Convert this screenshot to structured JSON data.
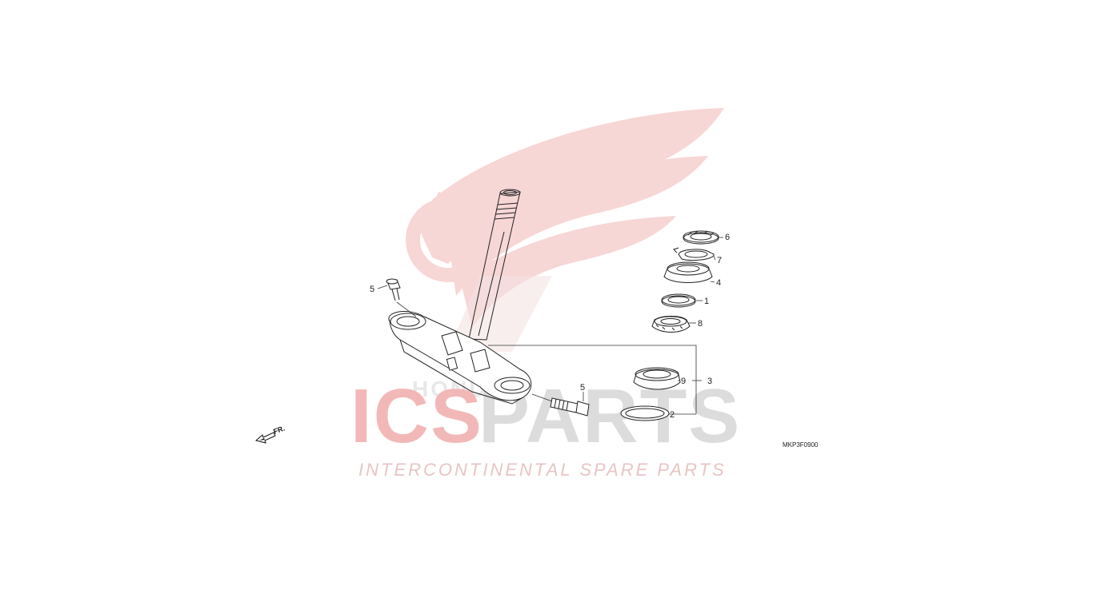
{
  "watermark": {
    "brand_a": "ICS",
    "brand_b": "PARTS",
    "tagline": "INTERCONTINENTAL SPARE PARTS",
    "logo_text": "HONDA",
    "colors": {
      "red": "#e06b6b",
      "light_red": "#f6cfcf",
      "grey": "#d6d6d6"
    }
  },
  "diagram": {
    "code": "MKP3F0900",
    "direction_label": "FR.",
    "callouts": {
      "c6": "6",
      "c7": "7",
      "c4": "4",
      "c1": "1",
      "c8": "8",
      "c9": "9",
      "c3": "3",
      "c2": "2",
      "c5_top": "5",
      "c5_bottom": "5"
    }
  }
}
